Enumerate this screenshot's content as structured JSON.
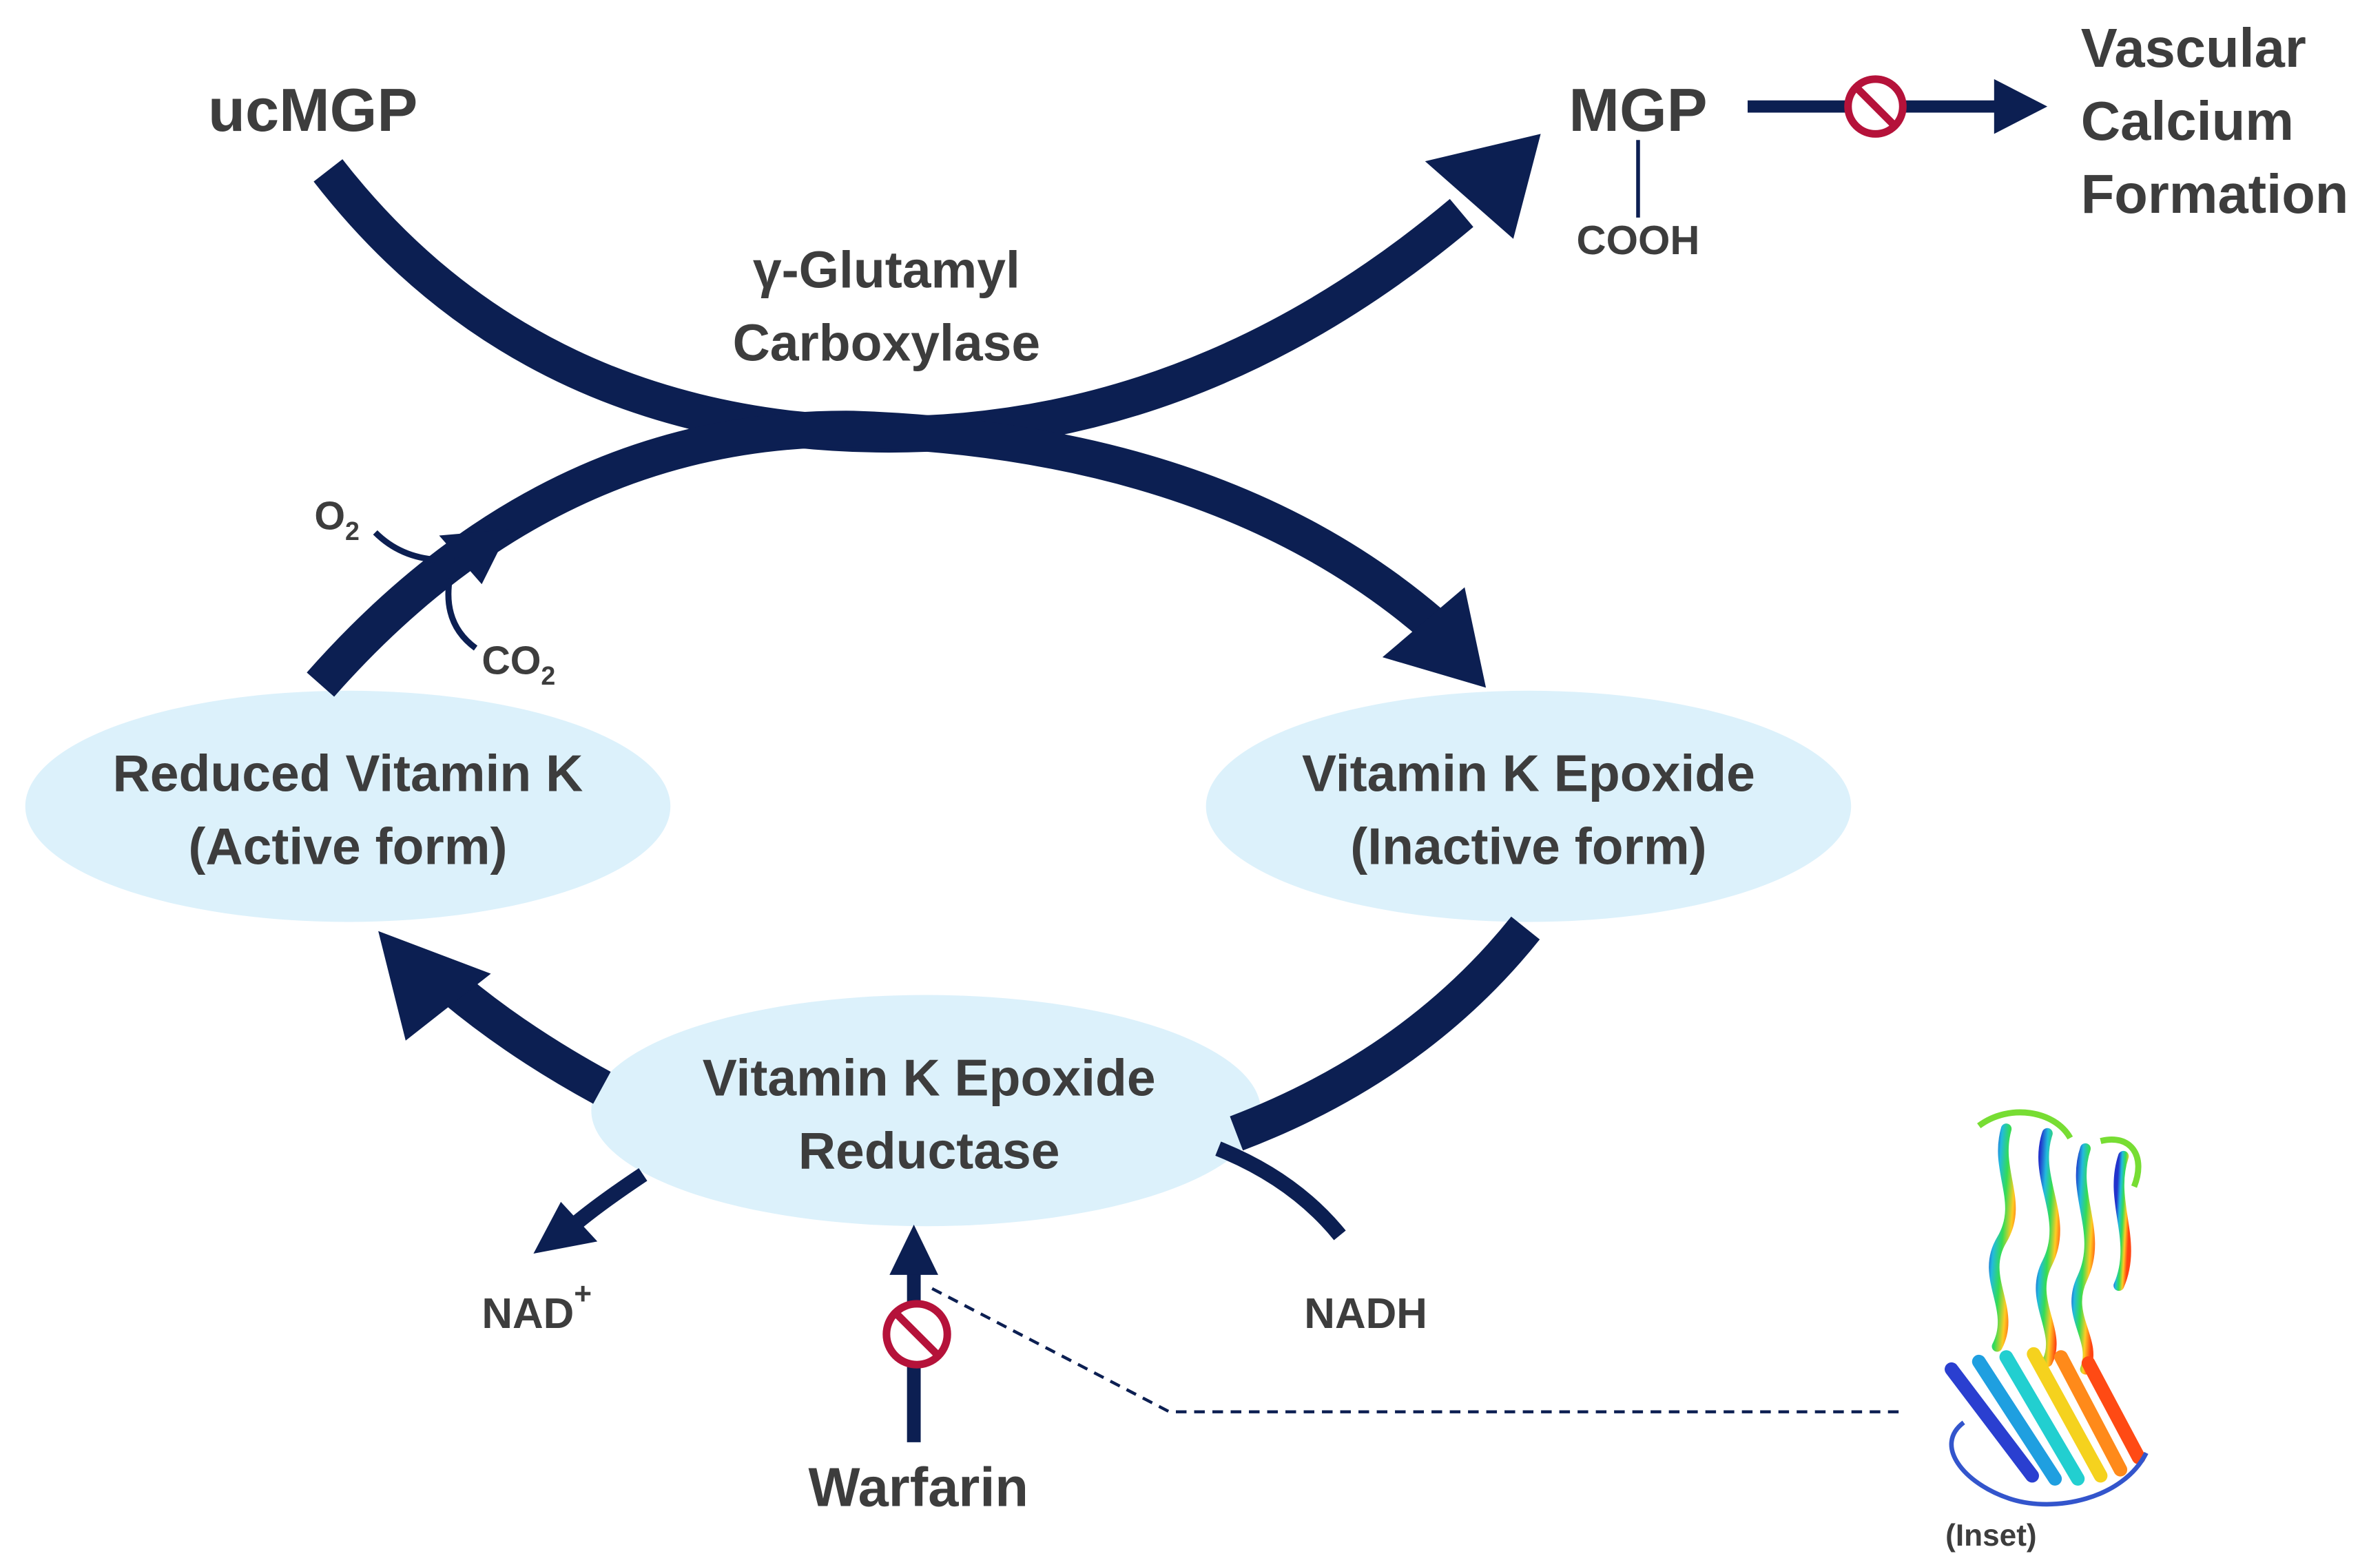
{
  "colors": {
    "arrow": "#0c1f52",
    "ellipse_fill": "#dcf1fb",
    "label": "#3d3d3d",
    "inhibit": "#b5123a"
  },
  "labels": {
    "ucmgp": "ucMGP",
    "mgp": "MGP",
    "cooh": "COOH",
    "vascular_1": "Vascular",
    "vascular_2": "Calcium",
    "vascular_3": "Formation",
    "carboxylase_1": "γ-Glutamyl",
    "carboxylase_2": "Carboxylase",
    "o2": "O",
    "o2_sub": "2",
    "co2": "CO",
    "co2_sub": "2",
    "reduced_1": "Reduced Vitamin K",
    "reduced_2": "(Active form)",
    "epoxide_1": "Vitamin K Epoxide",
    "epoxide_2": "(Inactive form)",
    "reductase_1": "Vitamin K Epoxide",
    "reductase_2": "Reductase",
    "nad": "NAD",
    "nad_sup": "+",
    "nadh": "NADH",
    "warfarin": "Warfarin",
    "inset": "(Inset)"
  },
  "icons": [
    "inhibition-icon",
    "protein-structure-icon"
  ]
}
